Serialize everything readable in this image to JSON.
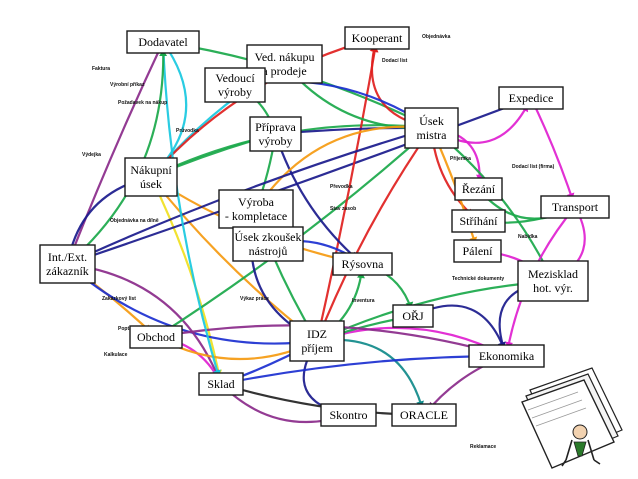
{
  "nodes": [
    {
      "id": "dodavatel",
      "lines": [
        "Dodavatel"
      ]
    },
    {
      "id": "ved_nakupu",
      "lines": [
        "Ved. nákupu",
        "a prodeje"
      ]
    },
    {
      "id": "vedouci_vyroby",
      "lines": [
        "Vedoucí",
        "výroby"
      ]
    },
    {
      "id": "kooperant",
      "lines": [
        "Kooperant"
      ]
    },
    {
      "id": "expedice",
      "lines": [
        "Expedice"
      ]
    },
    {
      "id": "priprava",
      "lines": [
        "Příprava",
        "výroby"
      ]
    },
    {
      "id": "usek_mistra",
      "lines": [
        "Úsek",
        "mistra"
      ]
    },
    {
      "id": "nakupni_usek",
      "lines": [
        "Nákupní",
        "úsek"
      ]
    },
    {
      "id": "rezani",
      "lines": [
        "Řezání"
      ]
    },
    {
      "id": "vyroba_kompletace",
      "lines": [
        "Výroba",
        "- kompletace"
      ]
    },
    {
      "id": "strihani",
      "lines": [
        "Stříhání"
      ]
    },
    {
      "id": "transport",
      "lines": [
        "Transport"
      ]
    },
    {
      "id": "usek_zkousky",
      "lines": [
        "Úsek zkoušek",
        "nástrojů"
      ]
    },
    {
      "id": "paleni",
      "lines": [
        "Pálení"
      ]
    },
    {
      "id": "int_ext",
      "lines": [
        "Int./Ext.",
        "zákazník"
      ]
    },
    {
      "id": "rysovna",
      "lines": [
        "Rýsovna"
      ]
    },
    {
      "id": "mezisklad",
      "lines": [
        "Mezisklad",
        "hot. výr."
      ]
    },
    {
      "id": "ork",
      "lines": [
        "OŘJ"
      ]
    },
    {
      "id": "obchod",
      "lines": [
        "Obchod"
      ]
    },
    {
      "id": "idz",
      "lines": [
        "IDZ",
        "příjem"
      ]
    },
    {
      "id": "ekonomika",
      "lines": [
        "Ekonomika"
      ]
    },
    {
      "id": "sklad",
      "lines": [
        "Sklad"
      ]
    },
    {
      "id": "skontro",
      "lines": [
        "Skontro"
      ]
    },
    {
      "id": "oracle",
      "lines": [
        "ORACLE"
      ]
    }
  ],
  "colors": {
    "green": "#1aa84a",
    "red": "#e0201e",
    "blue": "#1b2fd0",
    "navy": "#1a1a8c",
    "magenta": "#e020d0",
    "orange": "#f59a10",
    "cyan": "#18c8e0",
    "yellow": "#f0e020",
    "purple": "#8a2a8a",
    "teal": "#108a8a",
    "dark": "#222222"
  },
  "edges": [
    {
      "from": "dodavatel",
      "to": "nakupni_usek",
      "color": "cyan"
    },
    {
      "from": "dodavatel",
      "to": "int_ext",
      "color": "purple"
    },
    {
      "from": "dodavatel",
      "to": "usek_mistra",
      "color": "green"
    },
    {
      "from": "nakupni_usek",
      "to": "int_ext",
      "color": "navy"
    },
    {
      "from": "nakupni_usek",
      "to": "idz",
      "color": "orange"
    },
    {
      "from": "nakupni_usek",
      "to": "sklad",
      "color": "yellow"
    },
    {
      "from": "nakupni_usek",
      "to": "usek_mistra",
      "color": "green"
    },
    {
      "from": "nakupni_usek",
      "to": "rysovna",
      "color": "orange"
    },
    {
      "from": "int_ext",
      "to": "obchod",
      "color": "orange"
    },
    {
      "from": "int_ext",
      "to": "idz",
      "color": "blue"
    },
    {
      "from": "int_ext",
      "to": "sklad",
      "color": "purple"
    },
    {
      "from": "int_ext",
      "to": "expedice",
      "color": "navy"
    },
    {
      "from": "obchod",
      "to": "sklad",
      "color": "magenta"
    },
    {
      "from": "obchod",
      "to": "idz",
      "color": "orange"
    },
    {
      "from": "obchod",
      "to": "usek_mistra",
      "color": "green"
    },
    {
      "from": "idz",
      "to": "usek_mistra",
      "color": "red"
    },
    {
      "from": "idz",
      "to": "ekonomika",
      "color": "magenta"
    },
    {
      "from": "idz",
      "to": "rysovna",
      "color": "green"
    },
    {
      "from": "idz",
      "to": "sklad",
      "color": "blue"
    },
    {
      "from": "idz",
      "to": "skontro",
      "color": "navy"
    },
    {
      "from": "idz",
      "to": "oracle",
      "color": "teal"
    },
    {
      "from": "idz",
      "to": "kooperant",
      "color": "red"
    },
    {
      "from": "idz",
      "to": "mezisklad",
      "color": "green"
    },
    {
      "from": "sklad",
      "to": "skontro",
      "color": "purple"
    },
    {
      "from": "sklad",
      "to": "oracle",
      "color": "dark"
    },
    {
      "from": "sklad",
      "to": "ekonomika",
      "color": "blue"
    },
    {
      "from": "usek_mistra",
      "to": "rezani",
      "color": "magenta"
    },
    {
      "from": "usek_mistra",
      "to": "strihani",
      "color": "red"
    },
    {
      "from": "usek_mistra",
      "to": "paleni",
      "color": "orange"
    },
    {
      "from": "usek_mistra",
      "to": "expedice",
      "color": "magenta"
    },
    {
      "from": "usek_mistra",
      "to": "kooperant",
      "color": "red"
    },
    {
      "from": "usek_mistra",
      "to": "priprava",
      "color": "navy"
    },
    {
      "from": "usek_mistra",
      "to": "mezisklad",
      "color": "green"
    },
    {
      "from": "ved_nakupu",
      "to": "usek_mistra",
      "color": "green"
    },
    {
      "from": "ved_nakupu",
      "to": "nakupni_usek",
      "color": "cyan"
    },
    {
      "from": "vedouci_vyroby",
      "to": "priprava",
      "color": "green"
    },
    {
      "from": "vedouci_vyroby",
      "to": "usek_mistra",
      "color": "blue"
    },
    {
      "from": "priprava",
      "to": "rysovna",
      "color": "navy"
    },
    {
      "from": "priprava",
      "to": "vyroba_kompletace",
      "color": "green"
    },
    {
      "from": "vyroba_kompletace",
      "to": "idz",
      "color": "navy"
    },
    {
      "from": "vyroba_kompletace",
      "to": "usek_mistra",
      "color": "orange"
    },
    {
      "from": "usek_zkousky",
      "to": "idz",
      "color": "green"
    },
    {
      "from": "usek_zkousky",
      "to": "rysovna",
      "color": "blue"
    },
    {
      "from": "rezani",
      "to": "transport",
      "color": "green"
    },
    {
      "from": "strihani",
      "to": "transport",
      "color": "green"
    },
    {
      "from": "paleni",
      "to": "mezisklad",
      "color": "magenta"
    },
    {
      "from": "transport",
      "to": "mezisklad",
      "color": "magenta"
    },
    {
      "from": "transport",
      "to": "ekonomika",
      "color": "magenta"
    },
    {
      "from": "expedice",
      "to": "transport",
      "color": "magenta"
    },
    {
      "from": "mezisklad",
      "to": "ekonomika",
      "color": "navy"
    },
    {
      "from": "ork",
      "to": "ekonomika",
      "color": "navy"
    },
    {
      "from": "ork",
      "to": "idz",
      "color": "green"
    },
    {
      "from": "rysovna",
      "to": "ork",
      "color": "green"
    },
    {
      "from": "kooperant",
      "to": "nakupni_usek",
      "color": "red"
    },
    {
      "from": "ekonomika",
      "to": "oracle",
      "color": "purple"
    },
    {
      "from": "int_ext",
      "to": "usek_mistra",
      "color": "navy"
    },
    {
      "from": "obchod",
      "to": "ekonomika",
      "color": "purple"
    },
    {
      "from": "dodavatel",
      "to": "sklad",
      "color": "cyan"
    },
    {
      "from": "nakupni_usek",
      "to": "priprava",
      "color": "green"
    },
    {
      "from": "int_ext",
      "to": "dodavatel",
      "color": "green"
    }
  ],
  "labels": [
    "Objednávka",
    "Dodací list",
    "Faktura",
    "Výrobní příkaz",
    "Požadavek na nákup",
    "Průvodka",
    "Výdejka",
    "Příjemka",
    "Dodací list (firma)",
    "Objednávka na dílně",
    "Technické dokumenty",
    "Nabídka",
    "Převodka",
    "Stav zásob",
    "Inventura",
    "Výkaz práce",
    "Zakázkový list",
    "Poptávka",
    "Kalkulace",
    "Reklamace"
  ]
}
